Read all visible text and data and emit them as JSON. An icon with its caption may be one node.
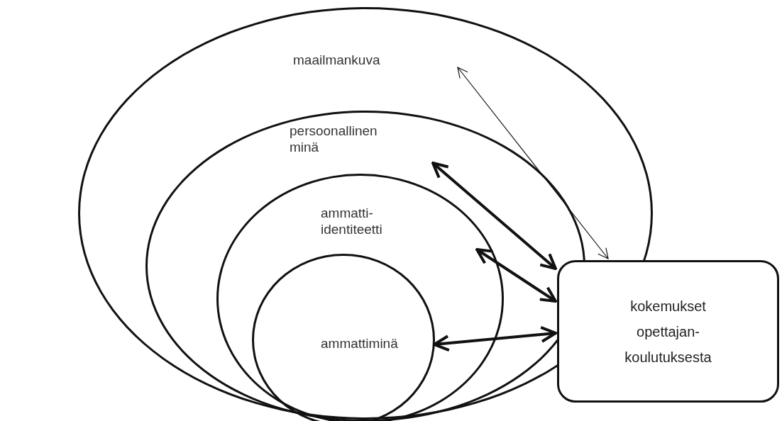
{
  "diagram": {
    "nodes": [
      {
        "text": [
          "maailmankuva"
        ]
      },
      {
        "text": [
          "persoonallinen minä"
        ],
        "in": 0
      },
      {
        "text": [
          "ammatti- identiteetti"
        ],
        "in": 1
      },
      {
        "text": [
          "ammattiminä"
        ],
        "in": 2
      },
      {
        "text": [
          "kokemukset opettajan- koulutuksesta"
        ]
      }
    ],
    "edges": [
      {
        "from": 4,
        "to": 0,
        "arrow": "both"
      },
      {
        "from": 4,
        "to": 1,
        "arrow": "both"
      },
      {
        "from": 4,
        "to": 2,
        "arrow": "both"
      },
      {
        "from": 4,
        "to": 3,
        "arrow": "both"
      }
    ]
  }
}
